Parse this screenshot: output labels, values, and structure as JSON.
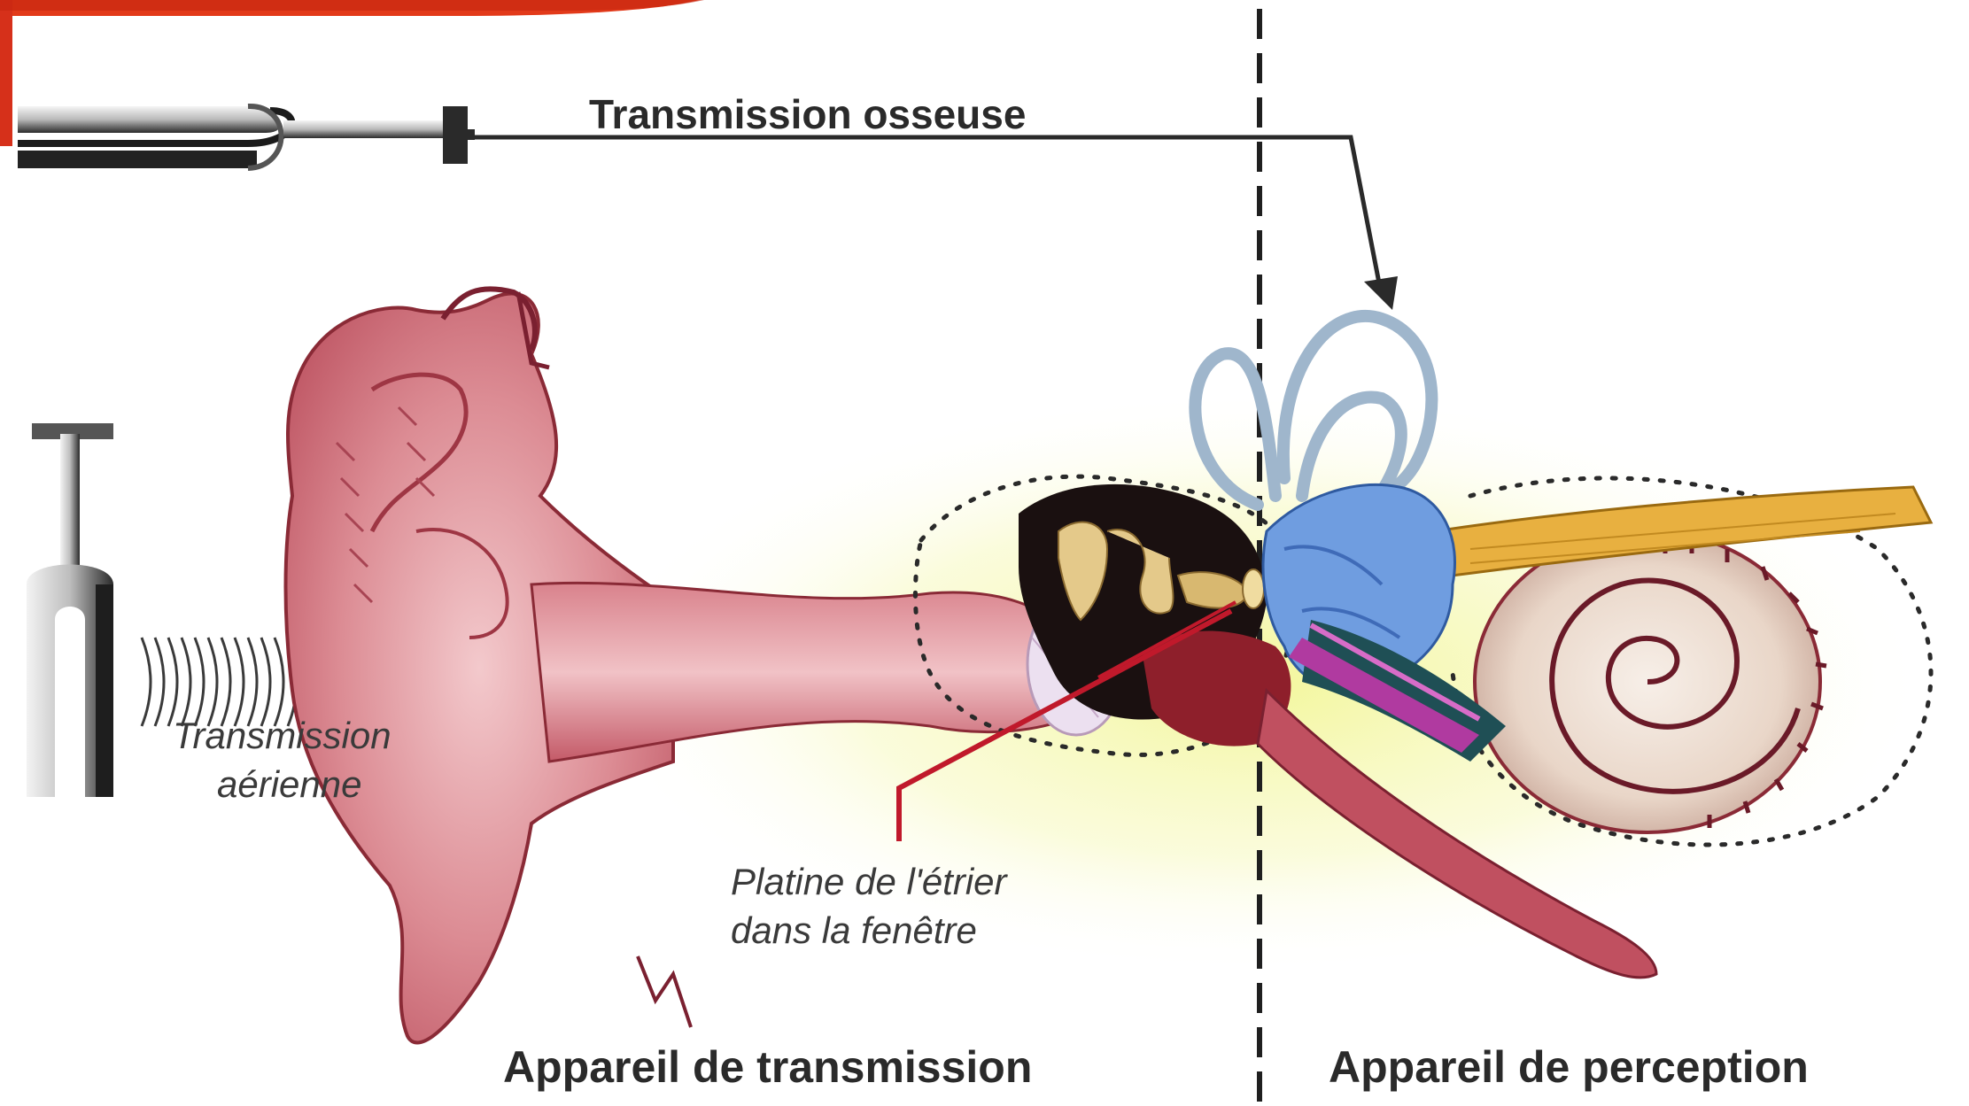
{
  "labels": {
    "bone_conduction": "Transmission osseuse",
    "air_conduction_line1": "Transmission",
    "air_conduction_line2": "aérienne",
    "stapes_line1": "Platine de l'étrier",
    "stapes_line2": "dans la fenêtre",
    "transmission_apparatus": "Appareil de transmission",
    "perception_apparatus": "Appareil de perception"
  },
  "colors": {
    "outer_ear": "#d9868f",
    "canal": "#c9626f",
    "middle_ear_dark": "#1a1010",
    "ossicles": "#e4c98a",
    "semicircular_canals": "#9fb6cc",
    "vestibule": "#6f9de0",
    "cochlea": "#eadbd0",
    "nerve": "#e8b040",
    "pointer_red": "#c0192b",
    "accent_banner": "#e23a1a"
  }
}
